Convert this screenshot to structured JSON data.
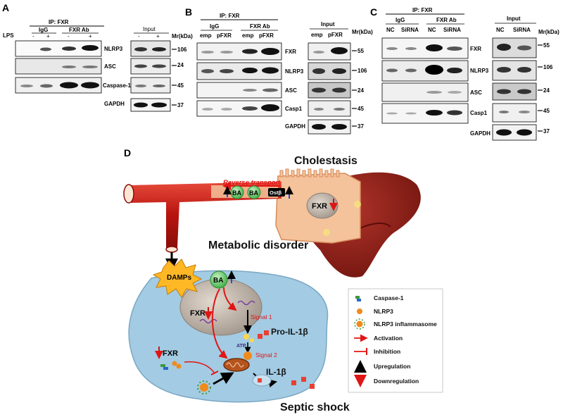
{
  "panels": {
    "A": {
      "label": "A",
      "ip_header": "IP: FXR",
      "lps_label": "LPS",
      "groups": [
        "IgG",
        "FXR Ab"
      ],
      "lane_signs": [
        "-",
        "+",
        "-",
        "+"
      ],
      "input_header": "Input",
      "input_signs": [
        "-",
        "+"
      ],
      "mw_unit": "Mr(kDa)",
      "rows": [
        {
          "name": "NLRP3",
          "mw": "106"
        },
        {
          "name": "ASC",
          "mw": "24"
        },
        {
          "name": "Caspase-1",
          "mw": "45"
        },
        {
          "name": "GAPDH",
          "mw": "37"
        }
      ]
    },
    "B": {
      "label": "B",
      "ip_header": "IP: FXR",
      "groups": [
        "IgG",
        "FXR Ab"
      ],
      "lanes": [
        "emp",
        "pFXR",
        "emp",
        "pFXR"
      ],
      "input_header": "Input",
      "input_lanes": [
        "emp",
        "pFXR"
      ],
      "mw_unit": "Mr(kDa)",
      "rows": [
        {
          "name": "FXR",
          "mw": "55"
        },
        {
          "name": "NLRP3",
          "mw": "106"
        },
        {
          "name": "ASC",
          "mw": "24"
        },
        {
          "name": "Casp1",
          "mw": "45"
        },
        {
          "name": "GAPDH",
          "mw": "37"
        }
      ]
    },
    "C": {
      "label": "C",
      "ip_header": "IP: FXR",
      "groups": [
        "IgG",
        "FXR Ab"
      ],
      "lanes": [
        "NC",
        "SiRNA",
        "NC",
        "SiRNA"
      ],
      "input_header": "Input",
      "input_lanes": [
        "NC",
        "SiRNA"
      ],
      "mw_unit": "Mr(kDa)",
      "rows": [
        {
          "name": "FXR",
          "mw": "55"
        },
        {
          "name": "NLRP3",
          "mw": "106"
        },
        {
          "name": "ASC",
          "mw": "24"
        },
        {
          "name": "Casp1",
          "mw": "45"
        },
        {
          "name": "GAPDH",
          "mw": "37"
        }
      ]
    },
    "D": {
      "label": "D",
      "cholestasis": "Cholestasis",
      "reverse_transport": "Reverse transport",
      "ba": "BA",
      "ost": "Ostβ",
      "fxr": "FXR",
      "metabolic_disorder": "Metabolic disorder",
      "damps": "DAMPs",
      "signal1": "Signal 1",
      "signal2": "Signal 2",
      "atp": "ATP",
      "pro_il1b": "Pro-IL-1β",
      "il1b": "IL-1β",
      "septic_shock": "Septic shock",
      "legend": [
        "Caspase-1",
        "NLRP3",
        "NLRP3 inflammasome",
        "Activation",
        "Inhibition",
        "Upregulation",
        "Downregulation"
      ]
    }
  },
  "colors": {
    "vessel": "#c0191a",
    "liver": "#8e1d14",
    "hepatocyte": "#f4c39b",
    "macrophage": "#a3cbe3",
    "nucleus": "#b9aea3",
    "up_arrow": "#1a4fd8",
    "down_arrow": "#c21a1a",
    "activation": "#e01515"
  }
}
